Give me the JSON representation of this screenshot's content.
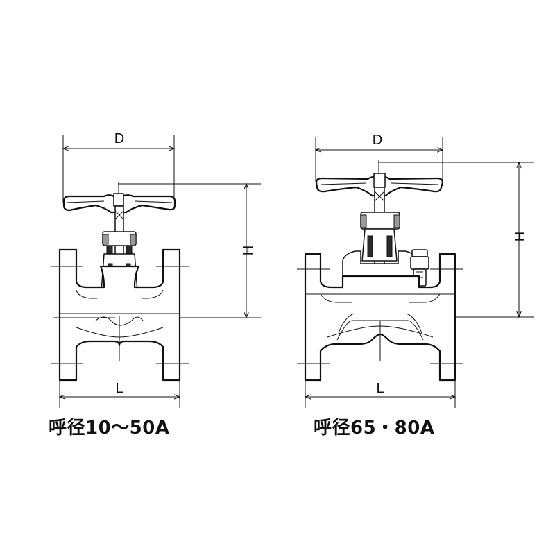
{
  "valve_small": {
    "dim_width_label": "D",
    "dim_height_label": "H",
    "dim_length_label": "L",
    "caption": "呼径10～50A"
  },
  "valve_large": {
    "dim_width_label": "D",
    "dim_height_label": "H",
    "dim_length_label": "L",
    "caption": "呼径65・80A"
  }
}
